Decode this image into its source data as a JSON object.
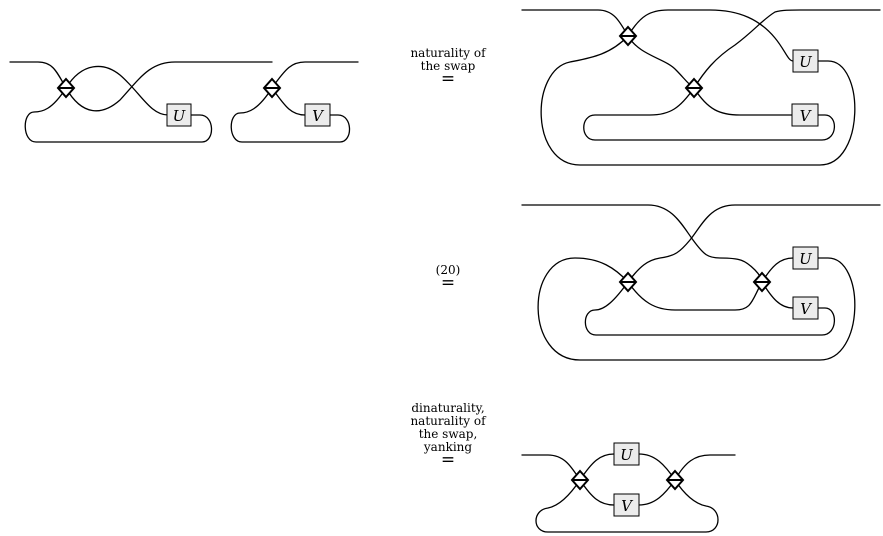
{
  "steps": [
    {
      "annotation": [
        "naturality of",
        "the swap"
      ],
      "symbol": "="
    },
    {
      "annotation": [
        "(20)"
      ],
      "symbol": "="
    },
    {
      "annotation": [
        "dinaturality,",
        "naturality of",
        "the swap,",
        "yanking"
      ],
      "symbol": "="
    }
  ],
  "boxes": {
    "u": "U",
    "v": "V"
  }
}
